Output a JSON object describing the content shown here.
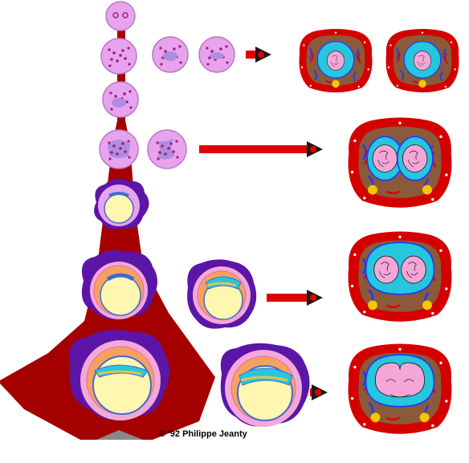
{
  "figure": {
    "credit": "© '92 Philippe Jeanty",
    "colors": {
      "stem": "#a50000",
      "cell_fill": "#e7a3ee",
      "cell_dot": "#9b1f7a",
      "trophoblast": "#5b16a8",
      "cavity": "#fff6b0",
      "amnion": "#27c6df",
      "placenta_red": "#d40000",
      "brown": "#8a5a3a",
      "arrow": "#e00000"
    },
    "stages": [
      {
        "id": "zygote",
        "icon": "zygote-cell-icon"
      },
      {
        "id": "2-cell"
      },
      {
        "id": "morula"
      },
      {
        "id": "early-blastocyst"
      },
      {
        "id": "blastocyst-7-day"
      },
      {
        "id": "bilaminar-disc-8-day"
      },
      {
        "id": "bilaminar-disc-10-day"
      }
    ],
    "outcomes": [
      {
        "id": "dichorionic-diamniotic"
      },
      {
        "id": "monochorionic-diamniotic"
      },
      {
        "id": "monochorionic-monoamniotic"
      },
      {
        "id": "conjoined-twins"
      }
    ]
  }
}
